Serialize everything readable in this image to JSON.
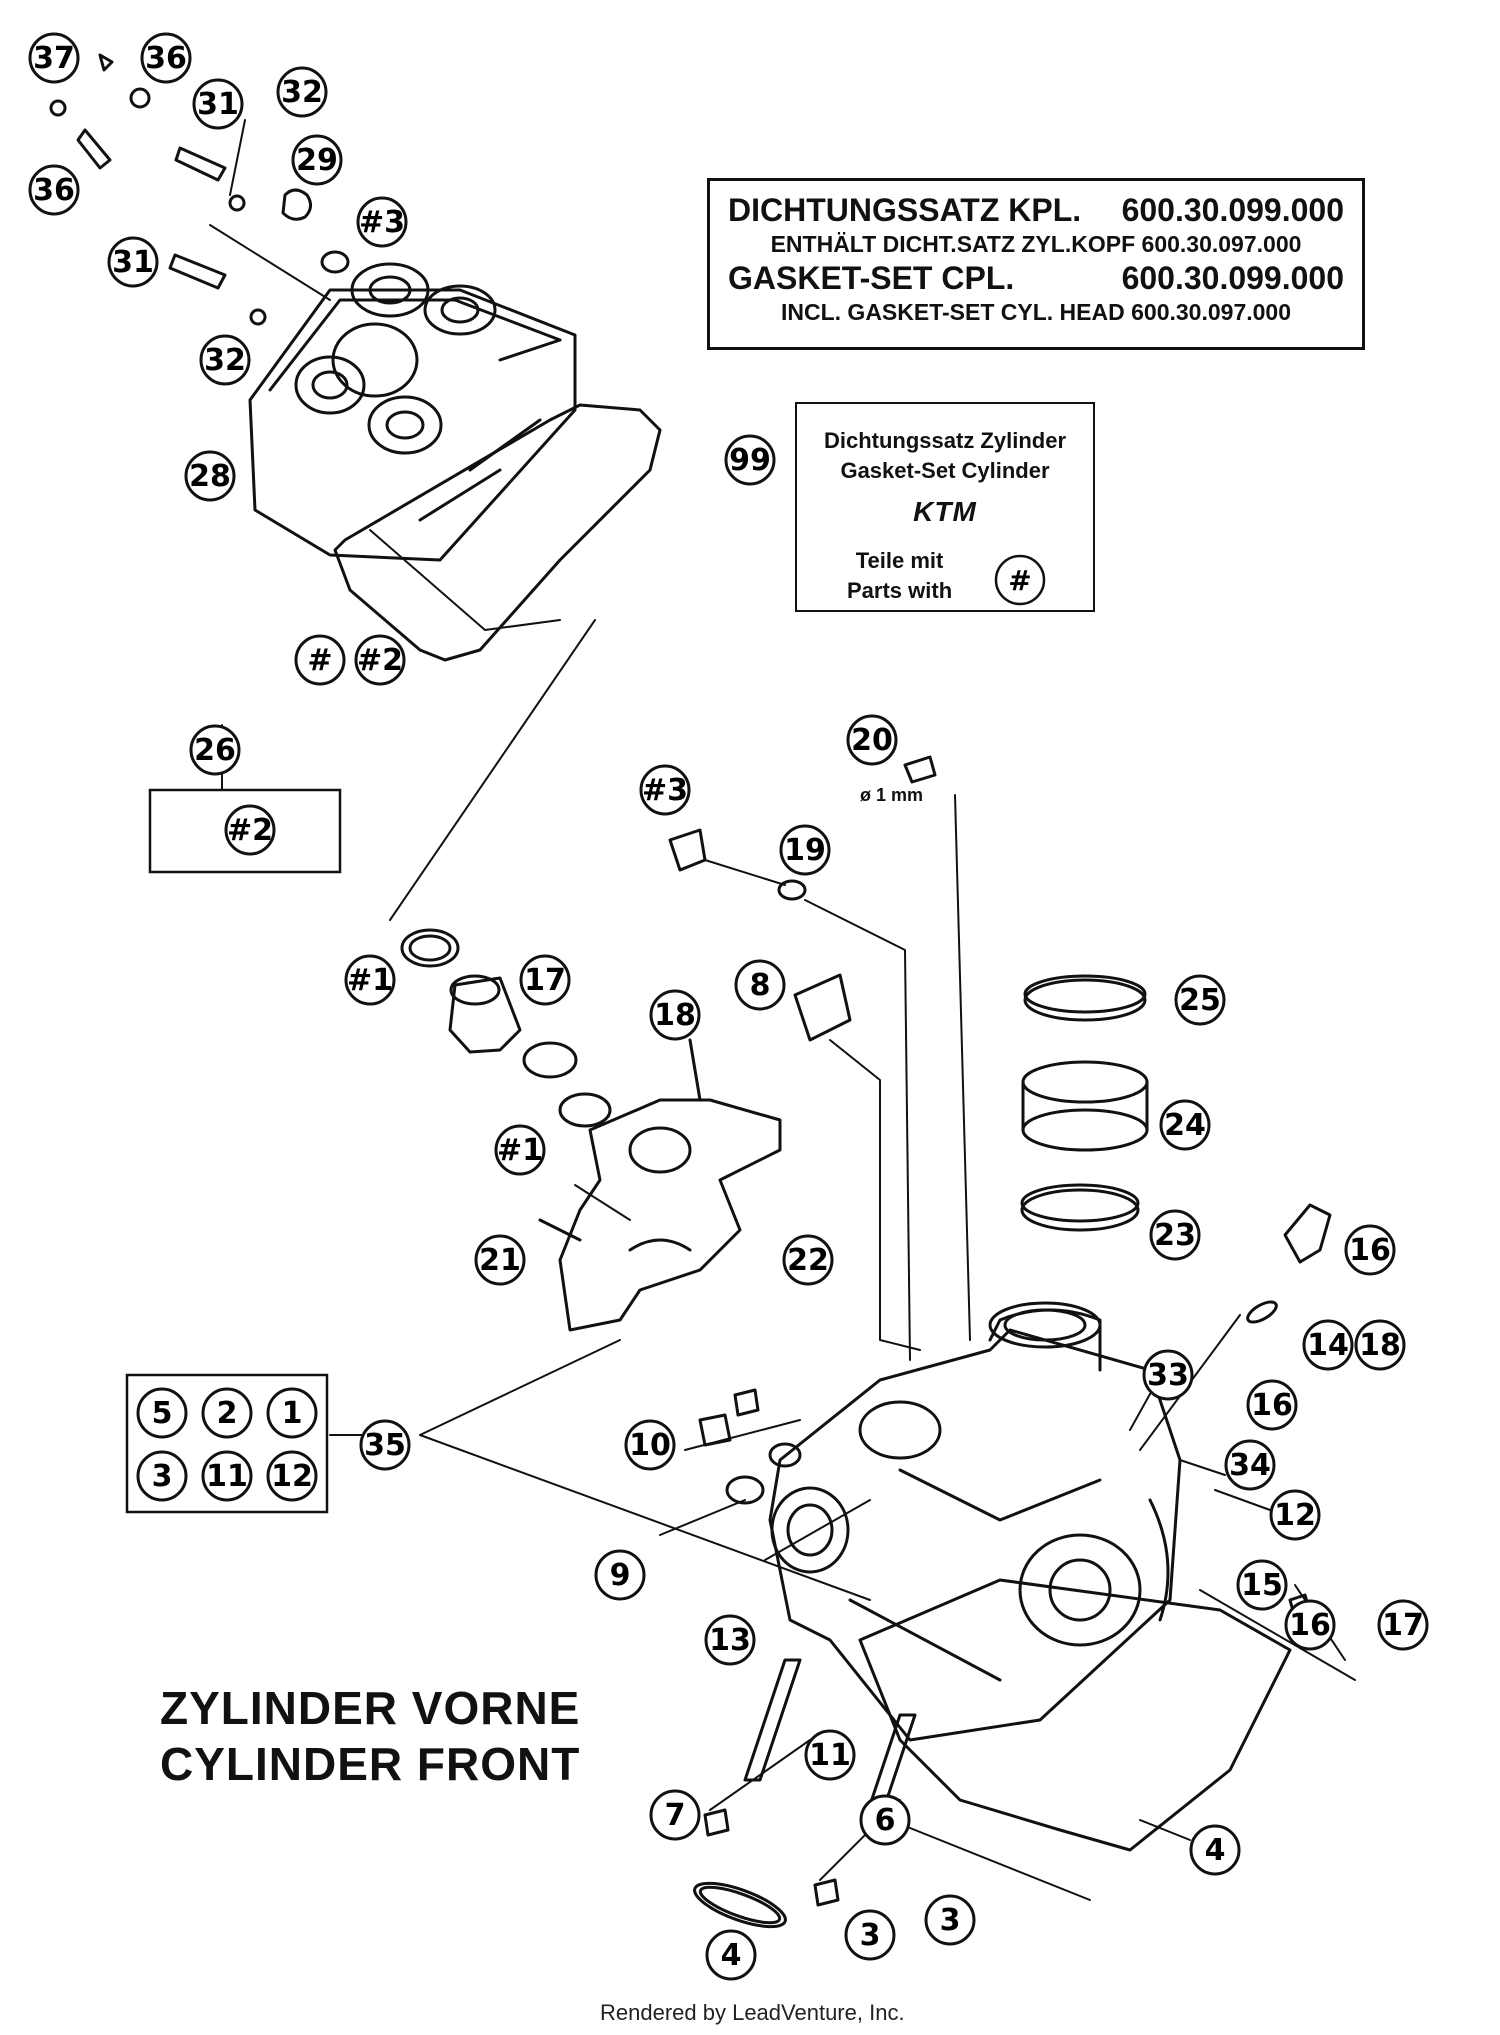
{
  "info_box": {
    "line1_label": "DICHTUNGSSATZ KPL.",
    "line1_number": "600.30.099.000",
    "line2": "ENTHÄLT DICHT.SATZ ZYL.KOPF 600.30.097.000",
    "line3_label": "GASKET-SET CPL.",
    "line3_number": "600.30.099.000",
    "line4": "INCL. GASKET-SET CYL. HEAD 600.30.097.000"
  },
  "kit_box": {
    "line1": "Dichtungssatz Zylinder",
    "line2": "Gasket-Set Cylinder",
    "brand": "KTM",
    "parts_line1": "Teile mit",
    "parts_line2": "Parts with",
    "parts_symbol": "#"
  },
  "title": {
    "line1": "ZYLINDER VORNE",
    "line2": "CYLINDER FRONT"
  },
  "dimension_note": "ø 1 mm",
  "footer": "Rendered by LeadVenture, Inc.",
  "callouts": [
    "37",
    "36",
    "36",
    "31",
    "31",
    "32",
    "32",
    "29",
    "#3",
    "28",
    "#",
    "#2",
    "99",
    "26",
    "#1",
    "#2",
    "#3",
    "19",
    "20",
    "8",
    "18",
    "17",
    "25",
    "#1",
    "24",
    "23",
    "21",
    "22",
    "16",
    "14",
    "33",
    "34",
    "12",
    "10",
    "9",
    "13",
    "15",
    "16",
    "11",
    "6",
    "7",
    "3",
    "3",
    "4",
    "4",
    "35",
    "5",
    "2",
    "1",
    "3",
    "11",
    "12",
    "16",
    "17",
    "18"
  ]
}
